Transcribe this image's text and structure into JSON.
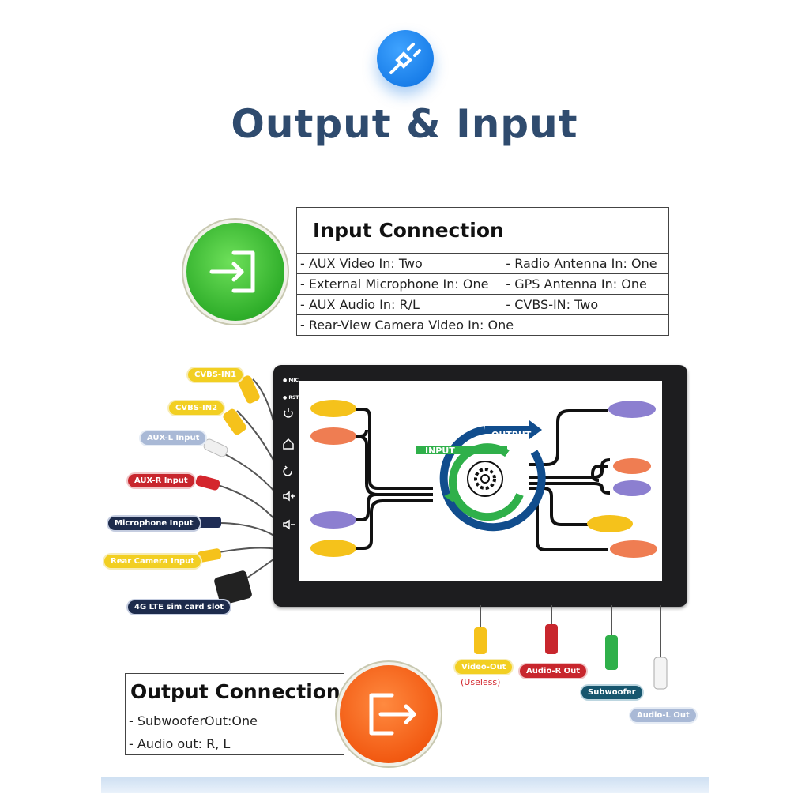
{
  "header": {
    "title": "Output & Input"
  },
  "input_connection": {
    "heading": "Input Connection",
    "rows": [
      [
        "- AUX Video In: Two",
        "- Radio Antenna In: One"
      ],
      [
        "- External Microphone In: One",
        "- GPS Antenna In: One"
      ],
      [
        "- AUX Audio In: R/L",
        "- CVBS-IN: Two"
      ],
      [
        "- Rear-View Camera Video In: One",
        ""
      ]
    ]
  },
  "output_connection": {
    "heading": "Output Connection",
    "rows": [
      "- SubwooferOut:One",
      "- Audio out: R, L"
    ]
  },
  "device": {
    "side_labels": [
      "MIC",
      "RST"
    ],
    "flow_labels": {
      "output": "OUTPUT",
      "input": "INPUT"
    }
  },
  "left_tags": [
    {
      "label": "CVBS-IN1",
      "style": "yellow"
    },
    {
      "label": "CVBS-IN2",
      "style": "yellow"
    },
    {
      "label": "AUX-L Input",
      "style": "white"
    },
    {
      "label": "AUX-R Input",
      "style": "red"
    },
    {
      "label": "Microphone Input",
      "style": "navy"
    },
    {
      "label": "Rear Camera Input",
      "style": "yellow"
    },
    {
      "label": "4G LTE sim card slot",
      "style": "navy"
    }
  ],
  "bottom_tags": [
    {
      "label": "Video-Out",
      "style": "yellow",
      "note": "(Useless)"
    },
    {
      "label": "Audio-R Out",
      "style": "red"
    },
    {
      "label": "Subwoofer",
      "style": "teal"
    },
    {
      "label": "Audio-L Out",
      "style": "white"
    }
  ],
  "colors": {
    "title": "#2f4b6e",
    "yellow_plug": "#f5c21b",
    "orange_plug": "#ef7d52",
    "purple_plug": "#8c7fd0",
    "flow_blue": "#114d8d",
    "flow_green": "#2fb04a"
  }
}
